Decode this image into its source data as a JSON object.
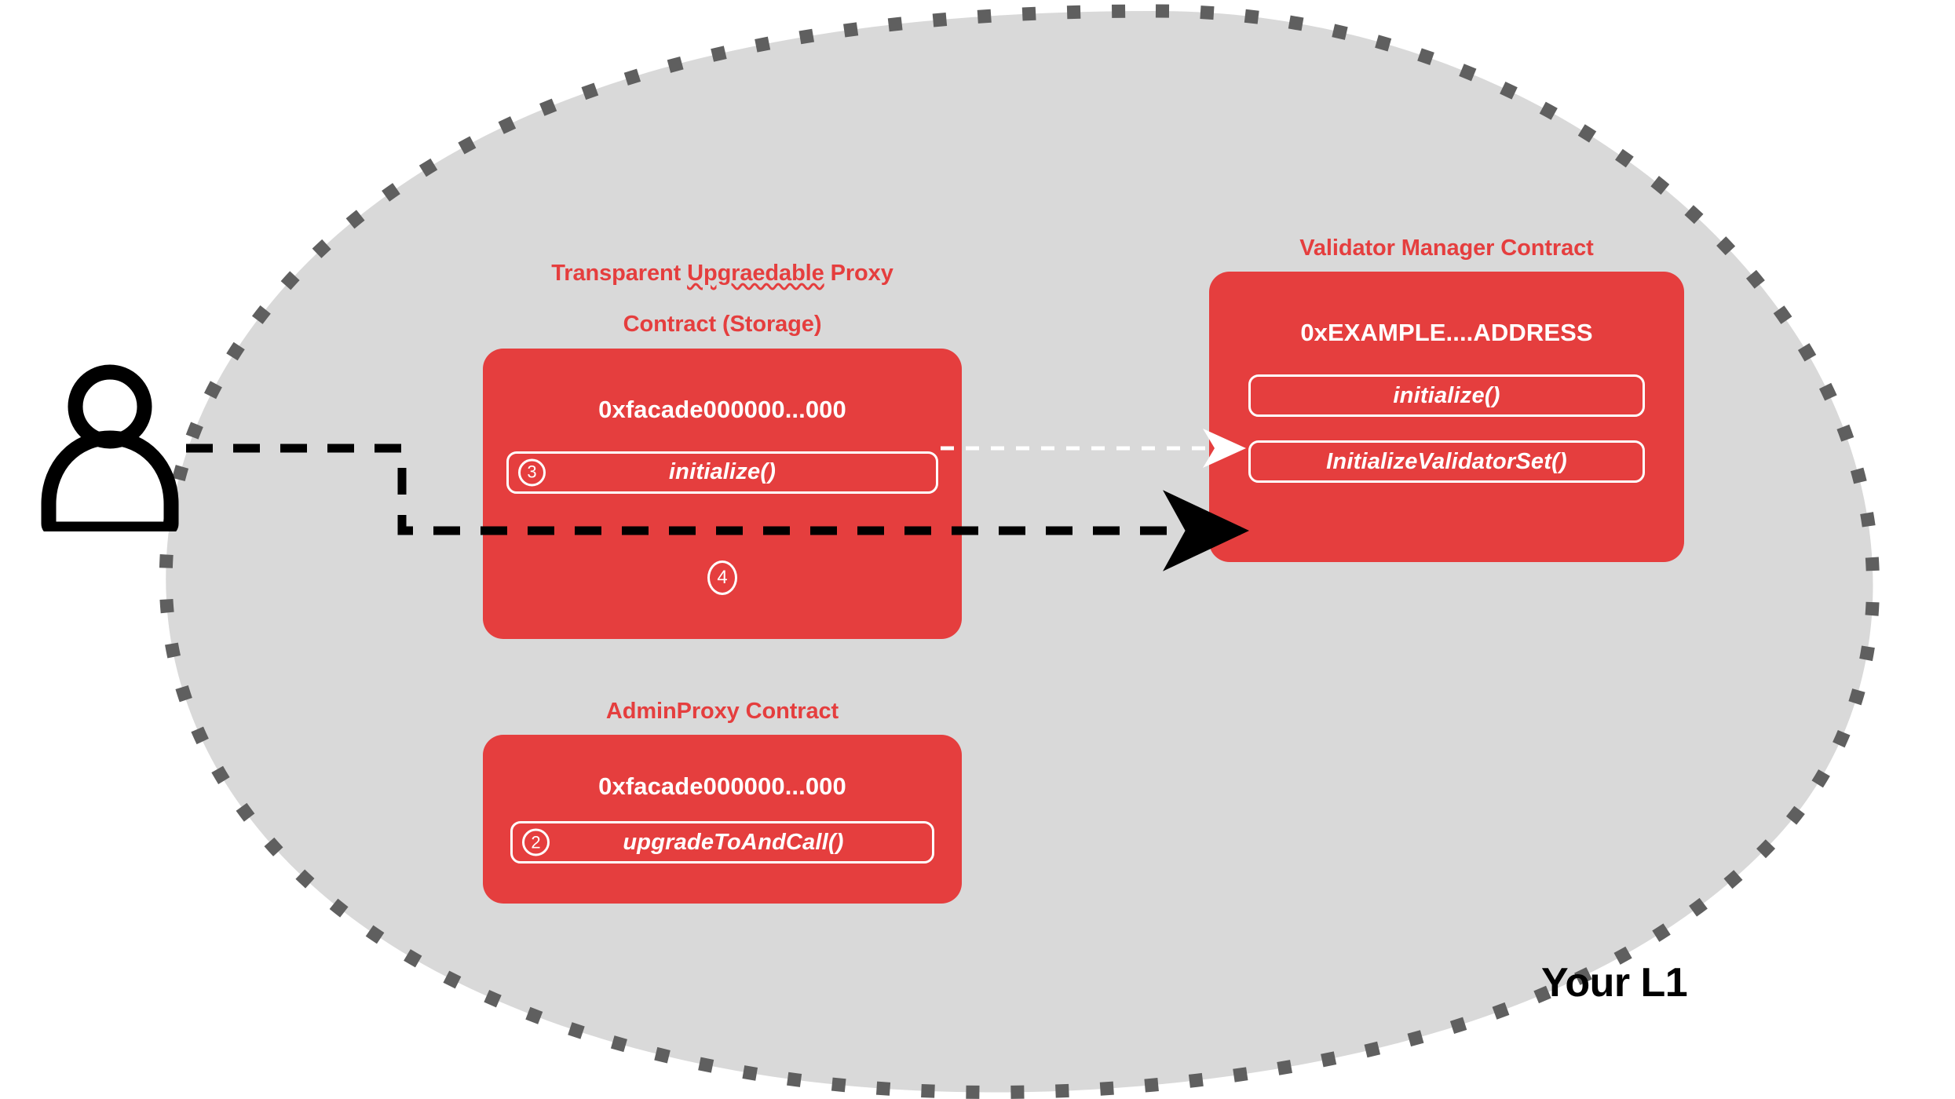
{
  "region": {
    "label": "Your L1",
    "fill_color": "#d9d9d9",
    "border_color": "#5f5f5f"
  },
  "accent": {
    "red": "#e53e3e",
    "white": "#ffffff",
    "black": "#000000"
  },
  "actor": {
    "name": "user"
  },
  "contracts": [
    {
      "id": "transparent-upgradeable-proxy",
      "title_line1_a": "Transparent ",
      "title_line1_b": "Upgraedable",
      "title_line1_c": " Proxy",
      "title_line2": "Contract (Storage)",
      "address": "0xfacade000000...000",
      "methods": [
        {
          "step": "3",
          "label": "initialize()"
        }
      ],
      "floating_step": "4"
    },
    {
      "id": "validator-manager",
      "title": "Validator Manager Contract",
      "address": "0xEXAMPLE....ADDRESS",
      "methods": [
        {
          "step": "",
          "label": "initialize()"
        },
        {
          "step": "",
          "label": "InitializeValidatorSet()"
        }
      ]
    },
    {
      "id": "admin-proxy",
      "title": "AdminProxy  Contract",
      "address": "0xfacade000000...000",
      "methods": [
        {
          "step": "2",
          "label": "upgradeToAndCall()"
        }
      ]
    }
  ],
  "flows": [
    {
      "id": "user-to-initialize-validator-set",
      "style": "dashed-black",
      "from": "user",
      "to": "InitializeValidatorSet()"
    },
    {
      "id": "proxy-initialize-to-vmc-initialize",
      "style": "dashed-white",
      "from": "initialize()",
      "to": "initialize()"
    }
  ]
}
